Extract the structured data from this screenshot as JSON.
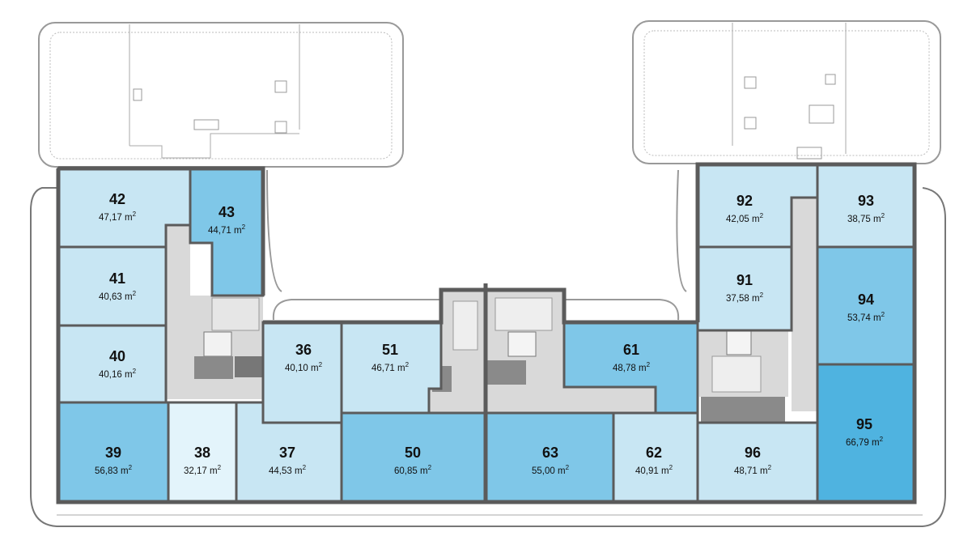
{
  "plan": {
    "area_unit": "m",
    "area_unit_superscript": "2",
    "colors": {
      "wall": "#5b5b5b",
      "core": "#d9d9d9",
      "core_dark": "#8a8a8a",
      "terrace_line": "#9a9a9a",
      "tone_lightest": "#e3f4fb",
      "tone_light": "#c8e6f3",
      "tone_mid": "#a6d8ee",
      "tone_strong": "#7fc7e8",
      "tone_deep": "#4fb3e0"
    },
    "apartments": [
      {
        "id": "42",
        "number": "42",
        "area": "47,17",
        "tone": "tone_light"
      },
      {
        "id": "43",
        "number": "43",
        "area": "44,71",
        "tone": "tone_strong"
      },
      {
        "id": "41",
        "number": "41",
        "area": "40,63",
        "tone": "tone_light"
      },
      {
        "id": "40",
        "number": "40",
        "area": "40,16",
        "tone": "tone_light"
      },
      {
        "id": "36",
        "number": "36",
        "area": "40,10",
        "tone": "tone_light"
      },
      {
        "id": "51",
        "number": "51",
        "area": "46,71",
        "tone": "tone_light"
      },
      {
        "id": "61",
        "number": "61",
        "area": "48,78",
        "tone": "tone_strong"
      },
      {
        "id": "39",
        "number": "39",
        "area": "56,83",
        "tone": "tone_strong"
      },
      {
        "id": "38",
        "number": "38",
        "area": "32,17",
        "tone": "tone_lightest"
      },
      {
        "id": "37",
        "number": "37",
        "area": "44,53",
        "tone": "tone_light"
      },
      {
        "id": "50",
        "number": "50",
        "area": "60,85",
        "tone": "tone_strong"
      },
      {
        "id": "63",
        "number": "63",
        "area": "55,00",
        "tone": "tone_strong"
      },
      {
        "id": "62",
        "number": "62",
        "area": "40,91",
        "tone": "tone_light"
      },
      {
        "id": "96",
        "number": "96",
        "area": "48,71",
        "tone": "tone_light"
      },
      {
        "id": "95",
        "number": "95",
        "area": "66,79",
        "tone": "tone_deep"
      },
      {
        "id": "92",
        "number": "92",
        "area": "42,05",
        "tone": "tone_light"
      },
      {
        "id": "93",
        "number": "93",
        "area": "38,75",
        "tone": "tone_light"
      },
      {
        "id": "91",
        "number": "91",
        "area": "37,58",
        "tone": "tone_light"
      },
      {
        "id": "94",
        "number": "94",
        "area": "53,74",
        "tone": "tone_strong"
      }
    ]
  }
}
